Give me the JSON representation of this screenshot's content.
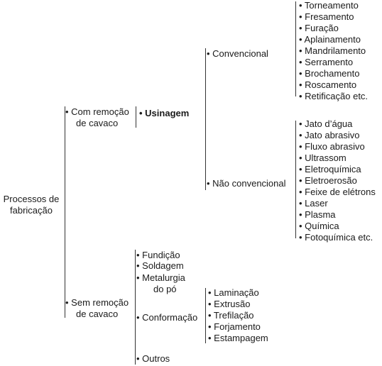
{
  "root": [
    "Processos de",
    "fabricação"
  ],
  "com_remocao": [
    "• Com remoção",
    "de cavaco"
  ],
  "usinagem": "• Usinagem",
  "convencional": "• Convencional",
  "convencional_items": [
    "• Torneamento",
    "• Fresamento",
    "• Furação",
    "• Aplainamento",
    "• Mandrilamento",
    "• Serramento",
    "• Brochamento",
    "• Roscamento",
    "• Retificação etc."
  ],
  "nao_convencional": "• Não convencional",
  "nao_convencional_items": [
    "• Jato d’água",
    "• Jato abrasivo",
    "• Fluxo abrasivo",
    "• Ultrassom",
    "• Eletroquímica",
    "• Eletroerosão",
    "• Feixe de elétrons",
    "• Laser",
    "• Plasma",
    "• Química",
    "• Fotoquímica etc."
  ],
  "sem_remocao": [
    "• Sem remoção",
    "de cavaco"
  ],
  "sem_remocao_items": {
    "fundicao": "• Fundição",
    "soldagem": "• Soldagem",
    "metalurgia": [
      "• Metalurgia",
      "do pó"
    ],
    "conformacao": "• Conformação",
    "outros": "• Outros"
  },
  "conformacao_items": [
    "• Laminação",
    "• Extrusão",
    "• Trefilação",
    "• Forjamento",
    "• Estampagem"
  ]
}
